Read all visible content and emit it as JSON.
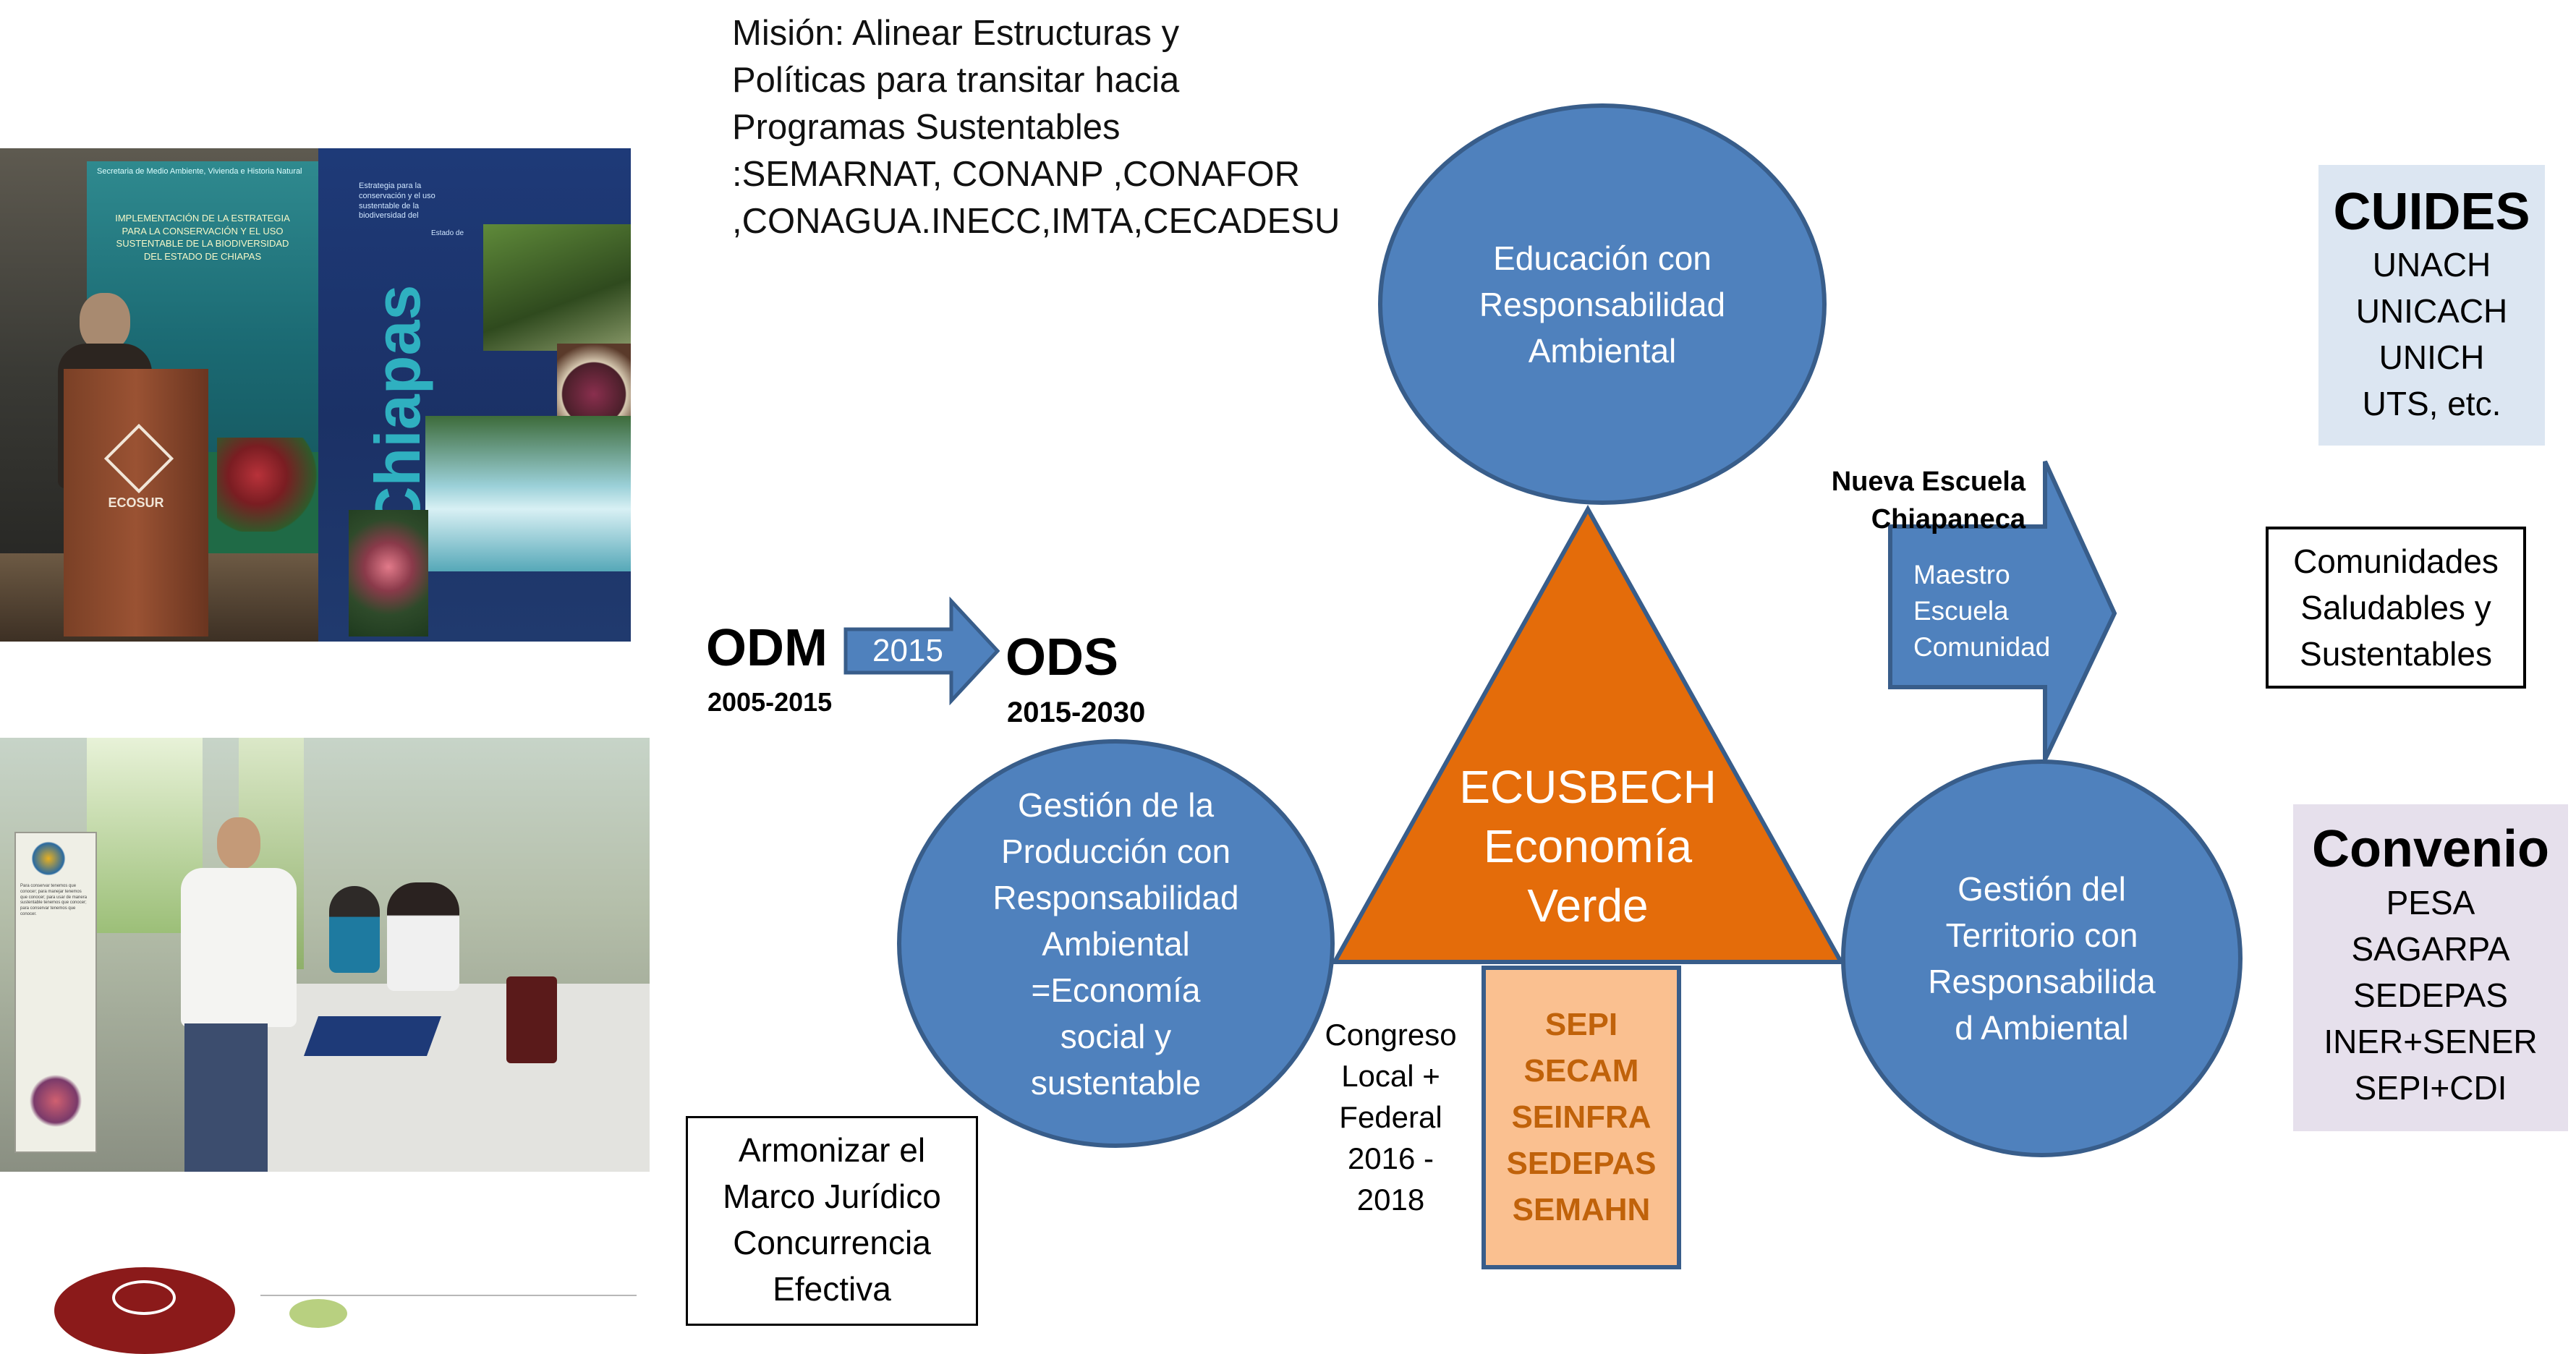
{
  "mision": {
    "lines": [
      "Misión: Alinear Estructuras y",
      "Políticas para transitar  hacia",
      "Programas Sustentables",
      ":SEMARNAT, CONANP ,CONAFOR",
      ",CONAGUA.INECC,IMTA,CECADESU"
    ]
  },
  "photo_top": {
    "slide_title": "Secretaria de Medio Ambiente, Vivienda e Historia Natural",
    "slide_body": "IMPLEMENTACIÓN DE LA ESTRATEGIA PARA LA CONSERVACIÓN Y EL USO SUSTENTABLE DE LA BIODIVERSIDAD DEL ESTADO DE CHIAPAS",
    "podium_logo": "ECOSUR",
    "book_title": "Chiapas",
    "book_small": "Estrategia para la conservación y el uso sustentable de la biodiversidad del",
    "book_estado": "Estado de"
  },
  "photo_bottom": {
    "banner_text": "Para conservar tenemos que conocer; para manejar tenemos que conocer; para usar de manera sustentable tenemos que conocer; para conservar tenemos que conocer."
  },
  "odm": {
    "label": "ODM",
    "years": "2005-2015"
  },
  "arrow_2015": {
    "label": "2015"
  },
  "ods": {
    "label": "ODS",
    "years": "2015-2030"
  },
  "circles": {
    "top": [
      "Educación con",
      "Responsabilidad",
      "Ambiental"
    ],
    "left": [
      "Gestión de la",
      "Producción con",
      "Responsabilidad",
      "Ambiental",
      "=Economía",
      "social y",
      "sustentable"
    ],
    "right": [
      "Gestión del",
      "Territorio con",
      "Responsabilida",
      "d Ambiental"
    ]
  },
  "triangle": {
    "lines": [
      "ECUSBECH",
      "Economía",
      "Verde"
    ]
  },
  "nueva_escuela": {
    "lines": [
      "Nueva Escuela",
      "Chiapaneca"
    ]
  },
  "arrow_right": {
    "lines": [
      "Maestro",
      "Escuela",
      "Comunidad"
    ]
  },
  "sep_box": {
    "lines": [
      "SEPI",
      "SECAM",
      "SEINFRA",
      "SEDEPAS",
      "SEMAHN"
    ]
  },
  "congreso": {
    "lines": [
      "Congreso",
      "Local +",
      "Federal",
      "2016 -",
      "2018"
    ]
  },
  "armonizar": {
    "lines": [
      "Armonizar el",
      "Marco Jurídico",
      "Concurrencia",
      "Efectiva"
    ]
  },
  "cuides": {
    "title": "CUIDES",
    "items": [
      "UNACH",
      "UNICACH",
      "UNICH",
      "UTS, etc."
    ]
  },
  "comunidades": {
    "lines": [
      "Comunidades",
      "Saludables y",
      "Sustentables"
    ]
  },
  "convenio": {
    "title": "Convenio",
    "items": [
      "PESA",
      "SAGARPA",
      "SEDEPAS",
      "INER+SENER",
      "SEPI+CDI"
    ]
  },
  "colors": {
    "circle_fill": "#4f81bd",
    "circle_border": "#385d8a",
    "triangle": "#e46c0a",
    "sep_box_fill": "#fac090",
    "sep_box_text": "#c0620a",
    "cuides_bg": "#dce6f2",
    "convenio_bg": "#e6e0ec"
  }
}
